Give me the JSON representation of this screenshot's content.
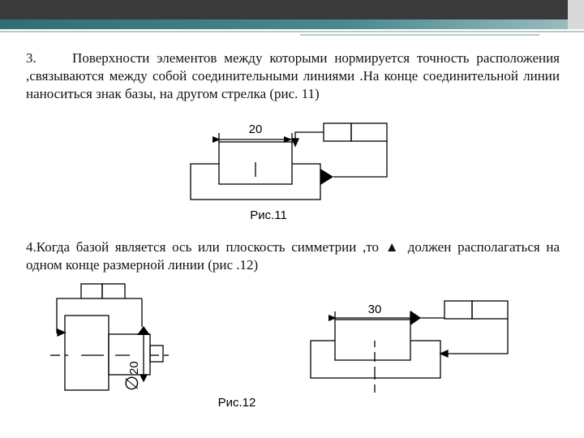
{
  "item3": {
    "number": "3.",
    "text": "Поверхности элементов между которыми нормируется точность расположения ,связываются между собой соединительными линиями .На конце соединительной линии наноситься знак базы, на другом стрелка (рис. 11)"
  },
  "fig11": {
    "dimension": "20",
    "caption": "Рис.11"
  },
  "item4": {
    "line1": "4.Когда базой является ось или плоскость симметрии ,то",
    "symbol": "▲",
    "line1_end": "должен",
    "line2": "располагаться на одном конце размерной линии (рис .12)"
  },
  "fig12": {
    "dimension_left": "20",
    "diameter_symbol": "∅",
    "dimension_right": "30",
    "caption": "Рис.12"
  }
}
